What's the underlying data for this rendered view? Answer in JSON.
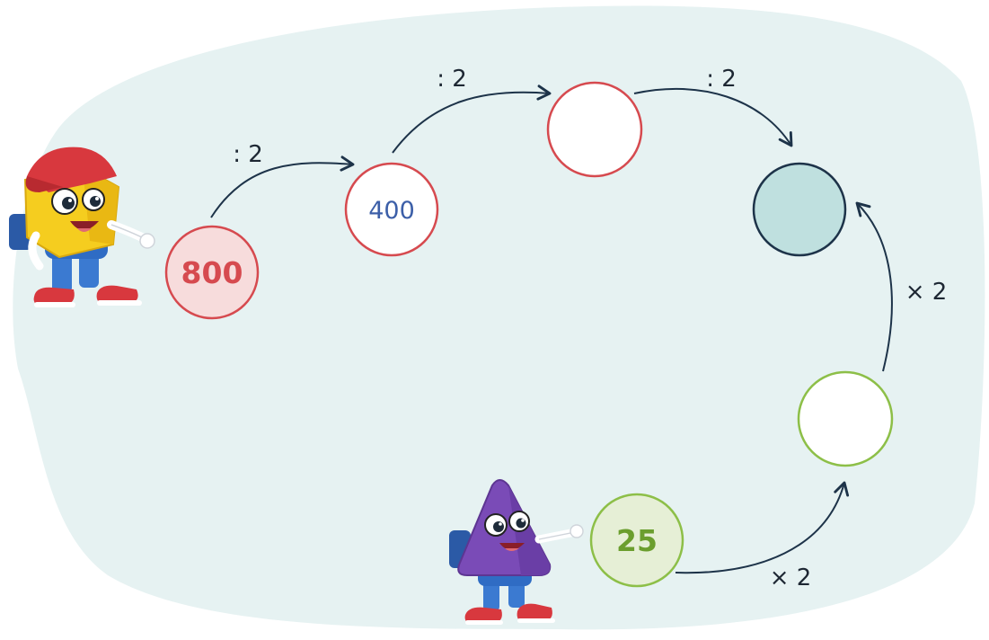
{
  "colors": {
    "background_blob": "#e6f2f2",
    "red": "#d64a4f",
    "red_fill": "#f7dcdc",
    "blue_text": "#3c5fa8",
    "green": "#8dbf48",
    "green_fill": "#e6efd6",
    "teal": "#bfe0df",
    "navy": "#1d3349"
  },
  "nodes": {
    "start": {
      "value": "800"
    },
    "step1": {
      "value": "400"
    },
    "step2": {
      "value": ""
    },
    "target": {
      "value": ""
    },
    "green_start": {
      "value": "25"
    },
    "green_step1": {
      "value": ""
    }
  },
  "operations": {
    "op1": ": 2",
    "op2": ": 2",
    "op3": ": 2",
    "op4": "× 2",
    "op5": "× 2"
  },
  "characters": {
    "cube": {
      "icon": "yellow-cube-character"
    },
    "triangle": {
      "icon": "purple-triangle-character"
    }
  }
}
